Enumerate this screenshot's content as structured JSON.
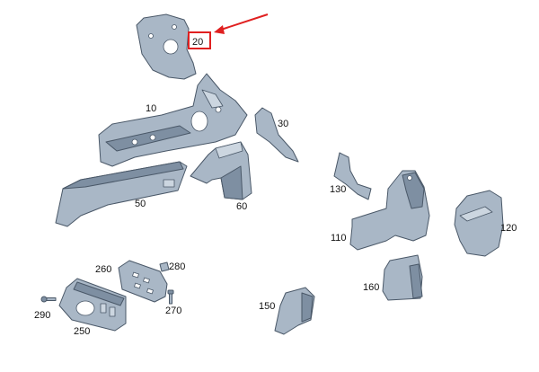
{
  "callouts": {
    "p10": "10",
    "p20": "20",
    "p30": "30",
    "p50": "50",
    "p60": "60",
    "p110": "110",
    "p120": "120",
    "p130": "130",
    "p150": "150",
    "p160": "160",
    "p250": "250",
    "p260": "260",
    "p270": "270",
    "p280": "280",
    "p290": "290"
  },
  "highlight": {
    "label": "20",
    "color": "#e02020"
  },
  "part_color": "#a9b7c6"
}
